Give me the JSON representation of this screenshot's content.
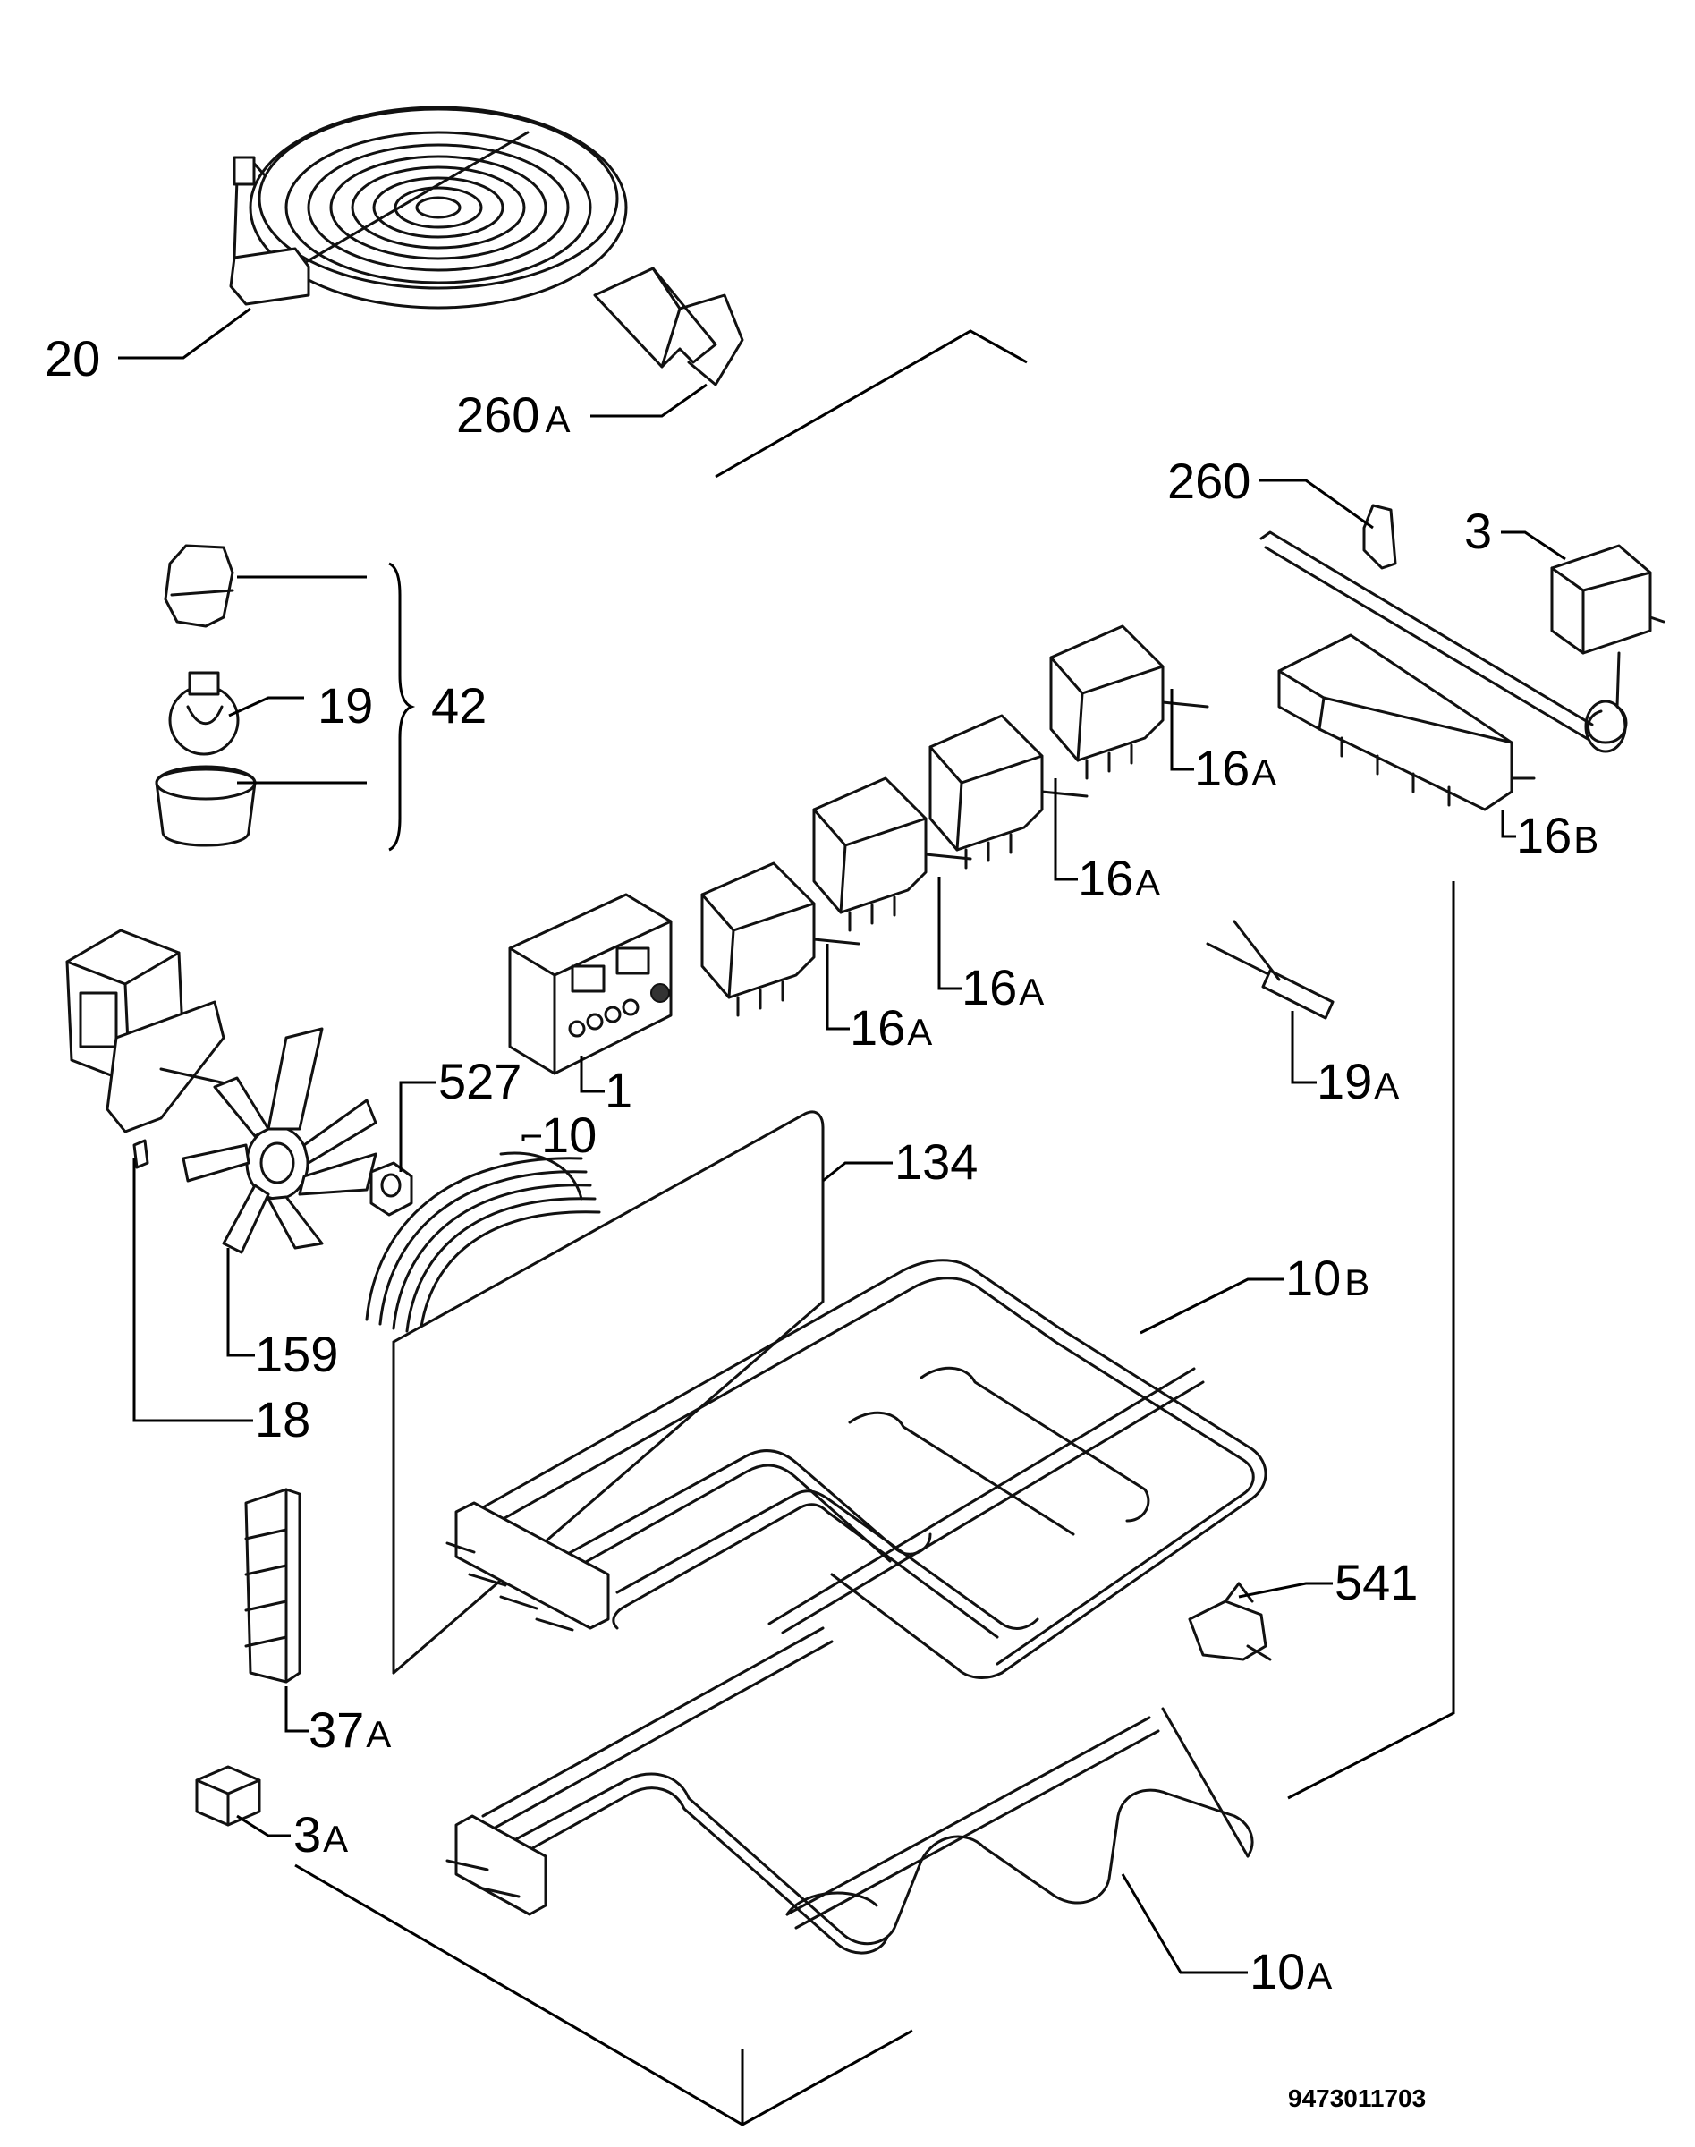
{
  "callouts": {
    "c20": {
      "num": "20",
      "suffix": ""
    },
    "c260A": {
      "num": "260",
      "suffix": "A"
    },
    "c260": {
      "num": "260",
      "suffix": ""
    },
    "c3": {
      "num": "3",
      "suffix": ""
    },
    "c19": {
      "num": "19",
      "suffix": ""
    },
    "c42": {
      "num": "42",
      "suffix": ""
    },
    "c16A_1": {
      "num": "16",
      "suffix": "A"
    },
    "c16A_2": {
      "num": "16",
      "suffix": "A"
    },
    "c16A_3": {
      "num": "16",
      "suffix": "A"
    },
    "c16A_4": {
      "num": "16",
      "suffix": "A"
    },
    "c16B": {
      "num": "16",
      "suffix": "B"
    },
    "c1": {
      "num": "1",
      "suffix": ""
    },
    "c527": {
      "num": "527",
      "suffix": ""
    },
    "c10": {
      "num": "10",
      "suffix": ""
    },
    "c134": {
      "num": "134",
      "suffix": ""
    },
    "c19A": {
      "num": "19",
      "suffix": "A"
    },
    "c10B": {
      "num": "10",
      "suffix": "B"
    },
    "c159": {
      "num": "159",
      "suffix": ""
    },
    "c18": {
      "num": "18",
      "suffix": ""
    },
    "c541": {
      "num": "541",
      "suffix": ""
    },
    "c37A": {
      "num": "37",
      "suffix": "A"
    },
    "c3A": {
      "num": "3",
      "suffix": "A"
    },
    "c10A": {
      "num": "10",
      "suffix": "A"
    }
  },
  "doc_number": "9473011703"
}
